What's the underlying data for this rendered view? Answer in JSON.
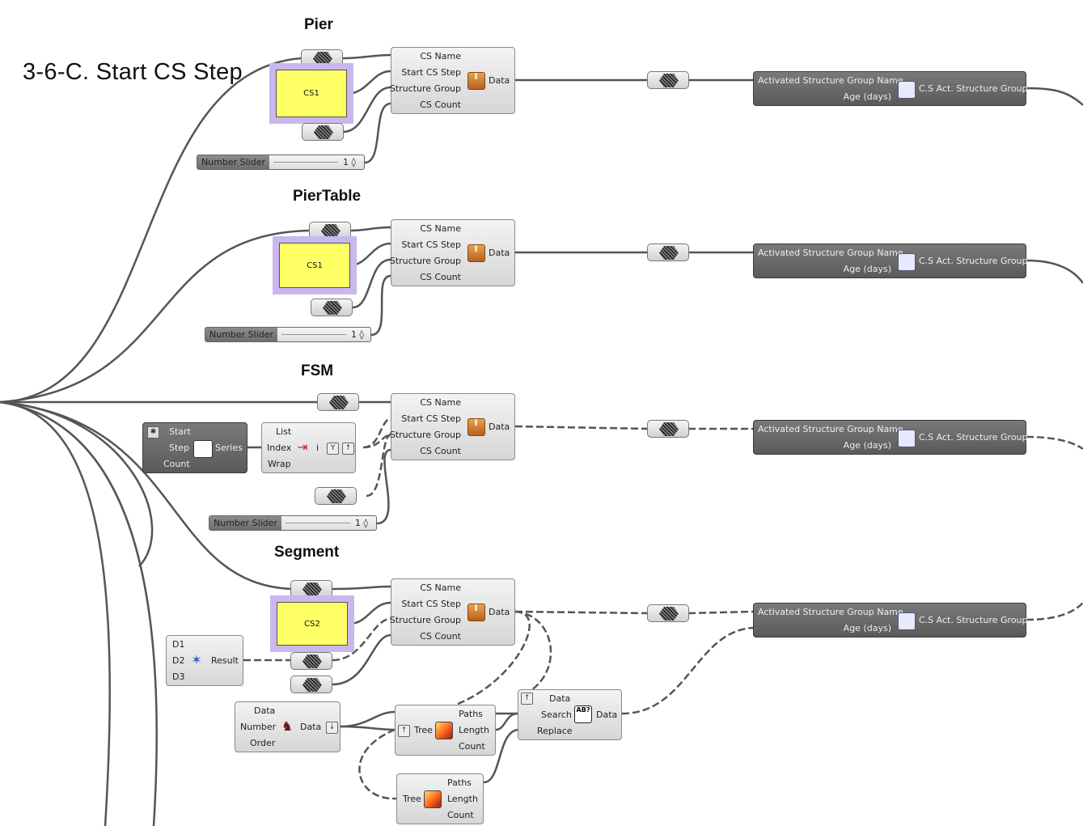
{
  "page_title": "3-6-C. Start CS Step",
  "groups": [
    {
      "title": "Pier",
      "panel": "CS1",
      "slider": {
        "label": "Number Slider",
        "value": "1 ◊"
      }
    },
    {
      "title": "PierTable",
      "panel": "CS1",
      "slider": {
        "label": "Number Slider",
        "value": "1 ◊"
      }
    },
    {
      "title": "FSM",
      "slider": {
        "label": "Number Slider",
        "value": "1 ◊"
      }
    },
    {
      "title": "Segment",
      "panel": "CS2"
    }
  ],
  "cs_component": {
    "inputs": [
      "CS Name",
      "Start CS Step",
      "Structure Group",
      "CS Count"
    ],
    "output": "Data",
    "icon": "package-icon"
  },
  "act_component": {
    "inputs": [
      "Activated Structure Group Name",
      "Age (days)"
    ],
    "output": "C.S Act. Structure Group",
    "icon": "cs-icon"
  },
  "series_component": {
    "inputs": [
      "Start",
      "Step",
      "Count"
    ],
    "output": "Series"
  },
  "list_item_component": {
    "inputs": [
      "List",
      "Index"
    ],
    "output": "i"
  },
  "merge_component": {
    "inputs": [
      "D1",
      "D2",
      "D3"
    ],
    "output": "Result"
  },
  "pick_component": {
    "inputs": [
      "Data",
      "Number",
      "Order"
    ],
    "output": "Data"
  },
  "tree_statistics_1": {
    "input": "Tree",
    "outputs": [
      "Paths",
      "Length",
      "Count"
    ]
  },
  "tree_statistics_2": {
    "input": "Tree",
    "outputs": [
      "Paths",
      "Length",
      "Count"
    ]
  },
  "replace_paths_component": {
    "inputs": [
      "Data",
      "Search",
      "Replace"
    ],
    "output": "Data"
  },
  "colors": {
    "wire": "#555555",
    "canvas": "#ffffff",
    "panel": "#ffff66",
    "panel_group": "#c8b8ee",
    "dark_component": "#666666"
  }
}
